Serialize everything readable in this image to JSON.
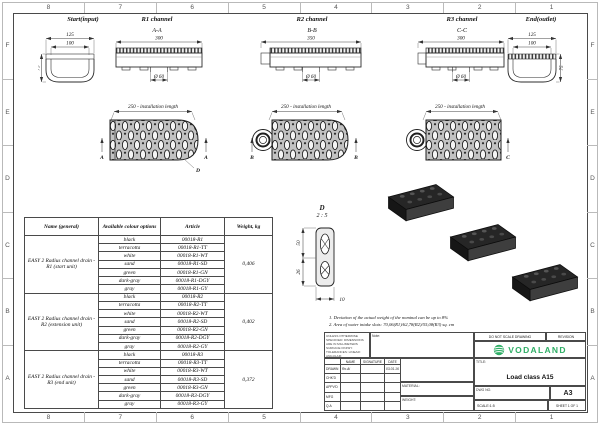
{
  "sheet": {
    "grid_columns": [
      "8",
      "7",
      "6",
      "5",
      "4",
      "3",
      "2",
      "1"
    ],
    "grid_rows": [
      "F",
      "E",
      "D",
      "C",
      "B",
      "A"
    ]
  },
  "views": {
    "start": {
      "title": "Start(input)",
      "dim_width_outer": "125",
      "dim_width_inner": "100",
      "dim_height": "75"
    },
    "r1": {
      "title": "R1 channel",
      "section_label": "A-A",
      "dim_length": "300",
      "dim_outlet": "Ø 60",
      "dim_install": "250 - installation length",
      "section_marker": "A",
      "detail_marker": "D"
    },
    "r2": {
      "title": "R2 channel",
      "section_label": "B-B",
      "dim_length": "350",
      "dim_outlet": "Ø 60",
      "dim_install": "250 - installation length",
      "section_marker": "B"
    },
    "r3": {
      "title": "R3 channel",
      "section_label": "C-C",
      "dim_length": "300",
      "dim_outlet": "Ø 60",
      "dim_install": "250 - installation length",
      "section_marker": "C"
    },
    "end": {
      "title": "End(outlet)",
      "dim_width_outer": "125",
      "dim_width_inner": "100",
      "dim_height": "75"
    },
    "detail_d": {
      "label": "D",
      "scale": "2 : 5",
      "dim_top": "50",
      "dim_bottom": "26",
      "dim_width": "10"
    }
  },
  "notes": {
    "line1": "1. Deviation of the actual weight of the nominal can be up to 8%",
    "line2": "2. Area of water intake slots: 70,06(R1)/62,78(R2)/55,08(R3) sq. cm"
  },
  "table": {
    "headers": [
      "Name (general)",
      "Available colour options",
      "Article",
      "Weight, kg"
    ],
    "groups": [
      {
        "name": "EASY 2 Radius channel drain - R1 (start unit)",
        "weight": "0,406",
        "rows": [
          {
            "color": "black",
            "article": "00018-R1"
          },
          {
            "color": "terracotta",
            "article": "00018-R1-TT"
          },
          {
            "color": "white",
            "article": "00018-R1-WT"
          },
          {
            "color": "sand",
            "article": "00018-R1-SD"
          },
          {
            "color": "green",
            "article": "00018-R1-GN"
          },
          {
            "color": "dark-gray",
            "article": "00018-R1-DGY"
          },
          {
            "color": "gray",
            "article": "00018-R1-GY"
          }
        ]
      },
      {
        "name": "EASY 2 Radius channel drain - R2 (extension unit)",
        "weight": "0,402",
        "rows": [
          {
            "color": "black",
            "article": "00018-R2"
          },
          {
            "color": "terracotta",
            "article": "00018-R2-TT"
          },
          {
            "color": "white",
            "article": "00018-R2-WT"
          },
          {
            "color": "sand",
            "article": "00018-R2-SD"
          },
          {
            "color": "green",
            "article": "00018-R2-GN"
          },
          {
            "color": "dark-gray",
            "article": "00018-R2-DGY"
          },
          {
            "color": "gray",
            "article": "00018-R2-GY"
          }
        ]
      },
      {
        "name": "EASY 2 Radius channel drain - R3 (end unit)",
        "weight": "0,372",
        "rows": [
          {
            "color": "black",
            "article": "00018-R3"
          },
          {
            "color": "terracotta",
            "article": "00018-R3-TT"
          },
          {
            "color": "white",
            "article": "00018-R3-WT"
          },
          {
            "color": "sand",
            "article": "00018-R3-SD"
          },
          {
            "color": "green",
            "article": "00018-R3-GN"
          },
          {
            "color": "dark-gray",
            "article": "00018-R3-DGY"
          },
          {
            "color": "gray",
            "article": "00018-R3-GY"
          }
        ]
      }
    ]
  },
  "title_block": {
    "fine_print": "UNLESS OTHERWISE SPECIFIED: DIMENSIONS ARE IN MILLIMETERS SURFACE FINISH: TOLERANCES: LINEAR: ANGULAR:",
    "note_label": "Note:",
    "do_not_scale": "DO NOT SCALE DRAWING",
    "revision_label": "REVISION",
    "col_name": "NAME",
    "col_signature": "SIGNATURE",
    "col_date": "DATE",
    "row_drawn": "DRAWN",
    "row_chkd": "CHK'D",
    "row_appvd": "APPV'D",
    "row_mfg": "MFG",
    "row_qa": "Q.A",
    "drawn_name": "Ro.Ai",
    "drawn_date": "03.01.16",
    "material_label": "MATERIAL:",
    "weight_label": "WEIGHT:",
    "title_label": "TITLE:",
    "title_value": "Load class A15",
    "dwg_label": "DWG NO.",
    "paper_size": "A3",
    "scale_label": "SCALE:1:5",
    "sheet_label": "SHEET 1 OF 1"
  },
  "brand": {
    "name": "VODALAND",
    "color": "#2fae66"
  }
}
